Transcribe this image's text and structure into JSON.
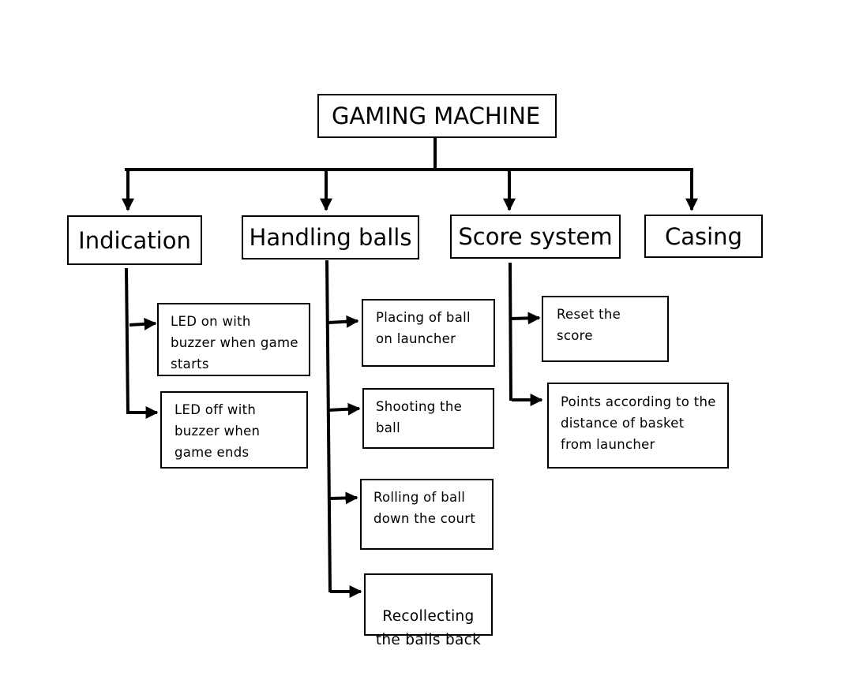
{
  "root": {
    "label": "GAMING MACHINE"
  },
  "categories": [
    {
      "label": "Indication",
      "items": [
        "LED on with\nbuzzer when game\nstarts",
        "LED off with\nbuzzer when\ngame ends"
      ]
    },
    {
      "label": "Handling balls",
      "items": [
        "Placing of ball\non launcher",
        "Shooting the\nball",
        "Rolling of ball\ndown the court",
        "Recollecting\nthe balls back"
      ]
    },
    {
      "label": "Score system",
      "items": [
        "Reset the\nscore",
        "Points according to the\ndistance of basket\nfrom launcher"
      ]
    },
    {
      "label": "Casing",
      "items": []
    }
  ],
  "colors": {
    "line": "#000000",
    "background": "#ffffff"
  }
}
